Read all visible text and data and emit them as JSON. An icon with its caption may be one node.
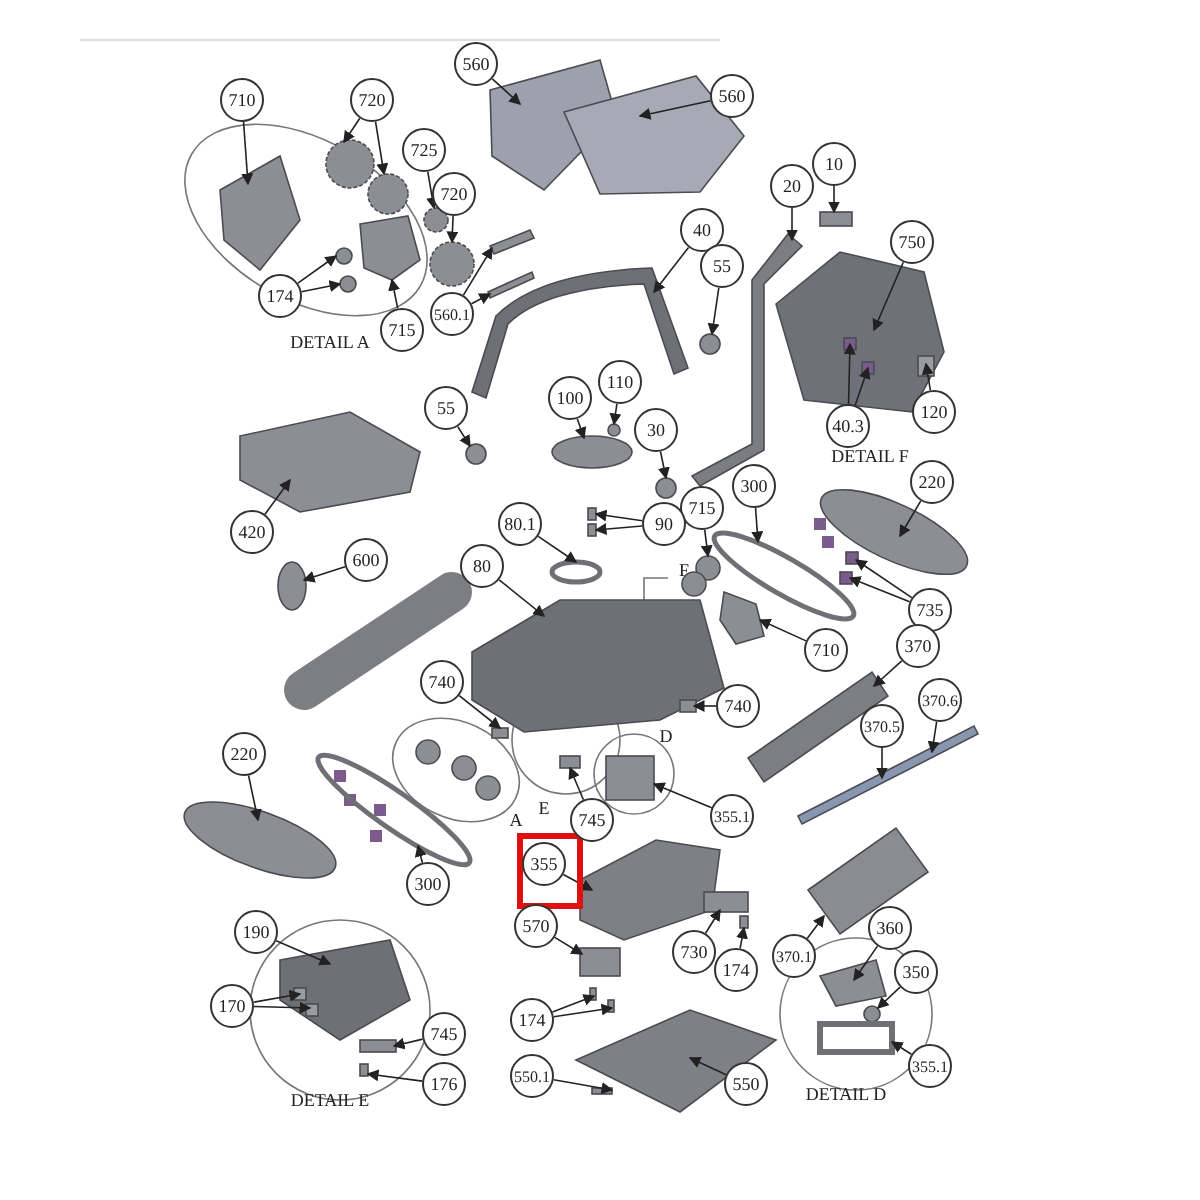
{
  "diagram": {
    "nodes": [
      {
        "text": [
          "560"
        ]
      },
      {
        "text": [
          "560"
        ]
      },
      {
        "text": [
          "710"
        ]
      },
      {
        "text": [
          "720"
        ]
      },
      {
        "text": [
          "725"
        ]
      },
      {
        "text": [
          "10"
        ]
      },
      {
        "text": [
          "20"
        ]
      },
      {
        "text": [
          "720"
        ]
      },
      {
        "text": [
          "40"
        ]
      },
      {
        "text": [
          "750"
        ]
      },
      {
        "text": [
          "55"
        ]
      },
      {
        "text": [
          "174"
        ]
      },
      {
        "text": [
          "560.1"
        ]
      },
      {
        "text": [
          "715"
        ]
      },
      {
        "text": [
          "110"
        ]
      },
      {
        "text": [
          "100"
        ]
      },
      {
        "text": [
          "55"
        ]
      },
      {
        "text": [
          "120"
        ]
      },
      {
        "text": [
          "40.3"
        ]
      },
      {
        "text": [
          "30"
        ]
      },
      {
        "text": [
          "220"
        ]
      },
      {
        "text": [
          "300"
        ]
      },
      {
        "text": [
          "715"
        ]
      },
      {
        "text": [
          "80.1"
        ]
      },
      {
        "text": [
          "90"
        ]
      },
      {
        "text": [
          "420"
        ]
      },
      {
        "text": [
          "600"
        ]
      },
      {
        "text": [
          "80"
        ]
      },
      {
        "text": [
          "735"
        ]
      },
      {
        "text": [
          "370"
        ]
      },
      {
        "text": [
          "710"
        ]
      },
      {
        "text": [
          "740"
        ]
      },
      {
        "text": [
          "370.6"
        ]
      },
      {
        "text": [
          "740"
        ]
      },
      {
        "text": [
          "370.5"
        ]
      },
      {
        "text": [
          "220"
        ]
      },
      {
        "text": [
          "355.1"
        ]
      },
      {
        "text": [
          "745"
        ]
      },
      {
        "text": [
          "355"
        ]
      },
      {
        "text": [
          "300"
        ]
      },
      {
        "text": [
          "570"
        ]
      },
      {
        "text": [
          "360"
        ]
      },
      {
        "text": [
          "190"
        ]
      },
      {
        "text": [
          "730"
        ]
      },
      {
        "text": [
          "370.1"
        ]
      },
      {
        "text": [
          "174"
        ]
      },
      {
        "text": [
          "350"
        ]
      },
      {
        "text": [
          "170"
        ]
      },
      {
        "text": [
          "174"
        ]
      },
      {
        "text": [
          "745"
        ]
      },
      {
        "text": [
          "355.1"
        ]
      },
      {
        "text": [
          "550.1"
        ]
      },
      {
        "text": [
          "176"
        ]
      },
      {
        "text": [
          "550"
        ]
      },
      {
        "text": [],
        "shape": "polygon"
      },
      {
        "text": [],
        "shape": "polygon"
      },
      {
        "text": [],
        "shape": "polygon"
      },
      {
        "text": [],
        "shape": "gear"
      },
      {
        "text": [],
        "shape": "gear"
      },
      {
        "text": [],
        "shape": "gear"
      },
      {
        "text": [],
        "shape": "gear"
      },
      {
        "text": [],
        "shape": "circle"
      },
      {
        "text": [],
        "shape": "circle"
      },
      {
        "text": [],
        "shape": "polygon"
      },
      {
        "text": [],
        "shape": "box"
      },
      {
        "text": [],
        "shape": "tube"
      },
      {
        "text": [],
        "shape": "handle"
      },
      {
        "text": [],
        "shape": "polygon"
      },
      {
        "text": [],
        "shape": "circle"
      },
      {
        "text": [],
        "shape": "polygon"
      },
      {
        "text": [],
        "shape": "polygon"
      },
      {
        "text": [],
        "shape": "circle"
      },
      {
        "text": [],
        "shape": "ellipse"
      },
      {
        "text": [],
        "shape": "circle"
      },
      {
        "text": [],
        "shape": "box",
        "in": 67
      },
      {
        "text": [],
        "shape": "box",
        "in": 67
      },
      {
        "text": [],
        "shape": "box",
        "in": 67
      },
      {
        "text": [],
        "shape": "circle"
      },
      {
        "text": [],
        "shape": "ellipse"
      },
      {
        "text": [],
        "shape": "ring"
      },
      {
        "text": [],
        "shape": "circle"
      },
      {
        "text": [],
        "shape": "ring"
      },
      {
        "text": [],
        "shape": "box"
      },
      {
        "text": [],
        "shape": "box"
      },
      {
        "text": [],
        "shape": "polygon"
      },
      {
        "text": [],
        "shape": "ellipse"
      },
      {
        "text": [],
        "shape": "polygon"
      },
      {
        "text": [],
        "shape": "box"
      },
      {
        "text": [],
        "shape": "box"
      },
      {
        "text": [],
        "shape": "polygon"
      },
      {
        "text": [],
        "shape": "polygon"
      },
      {
        "text": [],
        "shape": "box",
        "in": 86
      },
      {
        "text": [],
        "shape": "polygon"
      },
      {
        "text": [],
        "shape": "box",
        "in": 86
      },
      {
        "text": [],
        "shape": "ellipse"
      },
      {
        "text": [],
        "shape": "box"
      },
      {
        "text": [],
        "shape": "box"
      },
      {
        "text": [],
        "shape": "polygon"
      },
      {
        "text": [],
        "shape": "ring"
      },
      {
        "text": [],
        "shape": "box"
      },
      {
        "text": [],
        "shape": "polygon"
      },
      {
        "text": [],
        "shape": "polygon"
      },
      {
        "text": [],
        "shape": "box"
      },
      {
        "text": [],
        "shape": "polygon"
      },
      {
        "text": [],
        "shape": "box"
      },
      {
        "text": [],
        "shape": "circle"
      },
      {
        "text": [],
        "shape": "box",
        "in": 101
      },
      {
        "text": [],
        "shape": "box",
        "in": 101
      },
      {
        "text": [],
        "shape": "box"
      },
      {
        "text": [],
        "shape": "box"
      },
      {
        "text": [],
        "shape": "box"
      },
      {
        "text": [],
        "shape": "frame"
      },
      {
        "text": [],
        "shape": "box"
      },
      {
        "text": [],
        "shape": "box"
      },
      {
        "text": [],
        "shape": "polygon"
      }
    ],
    "edges": [
      {
        "from": 0,
        "to": 54,
        "arrow": "to"
      },
      {
        "from": 1,
        "to": 55,
        "arrow": "to"
      },
      {
        "from": 2,
        "to": 56,
        "arrow": "to"
      },
      {
        "from": 3,
        "to": 57,
        "arrow": "to"
      },
      {
        "from": 3,
        "to": 58,
        "arrow": "to"
      },
      {
        "from": 4,
        "to": 59,
        "arrow": "to"
      },
      {
        "from": 5,
        "to": 64,
        "arrow": "to"
      },
      {
        "from": 6,
        "to": 65,
        "arrow": "to"
      },
      {
        "from": 7,
        "to": 60,
        "arrow": "to"
      },
      {
        "from": 8,
        "to": 66,
        "arrow": "to"
      },
      {
        "from": 9,
        "to": 67,
        "arrow": "to"
      },
      {
        "from": 10,
        "to": 68,
        "arrow": "to"
      },
      {
        "from": 11,
        "to": 61,
        "arrow": "to"
      },
      {
        "from": 11,
        "to": 62,
        "arrow": "to"
      },
      {
        "from": 12,
        "to": 69,
        "arrow": "to"
      },
      {
        "from": 12,
        "to": 70,
        "arrow": "to"
      },
      {
        "from": 13,
        "to": 63,
        "arrow": "to"
      },
      {
        "from": 14,
        "to": 71,
        "arrow": "to"
      },
      {
        "from": 15,
        "to": 72,
        "arrow": "to"
      },
      {
        "from": 16,
        "to": 73,
        "arrow": "to"
      },
      {
        "from": 17,
        "to": 74,
        "arrow": "to"
      },
      {
        "from": 18,
        "to": 75,
        "arrow": "to"
      },
      {
        "from": 18,
        "to": 76,
        "arrow": "to"
      },
      {
        "from": 19,
        "to": 77,
        "arrow": "to"
      },
      {
        "from": 20,
        "to": 78,
        "arrow": "to"
      },
      {
        "from": 21,
        "to": 79,
        "arrow": "to"
      },
      {
        "from": 22,
        "to": 80,
        "arrow": "to"
      },
      {
        "from": 23,
        "to": 81,
        "arrow": "to"
      },
      {
        "from": 24,
        "to": 82,
        "arrow": "to"
      },
      {
        "from": 24,
        "to": 83,
        "arrow": "to"
      },
      {
        "from": 25,
        "to": 84,
        "arrow": "to"
      },
      {
        "from": 26,
        "to": 85,
        "arrow": "to"
      },
      {
        "from": 27,
        "to": 86,
        "arrow": "to"
      },
      {
        "from": 28,
        "to": 87,
        "arrow": "to"
      },
      {
        "from": 28,
        "to": 88,
        "arrow": "to"
      },
      {
        "from": 29,
        "to": 89,
        "arrow": "to"
      },
      {
        "from": 30,
        "to": 90,
        "arrow": "to"
      },
      {
        "from": 31,
        "to": 91,
        "arrow": "to"
      },
      {
        "from": 32,
        "to": 92,
        "arrow": "to"
      },
      {
        "from": 33,
        "to": 93,
        "arrow": "to"
      },
      {
        "from": 34,
        "to": 92,
        "arrow": "to"
      },
      {
        "from": 35,
        "to": 94,
        "arrow": "to"
      },
      {
        "from": 36,
        "to": 95,
        "arrow": "to"
      },
      {
        "from": 37,
        "to": 96,
        "arrow": "to"
      },
      {
        "from": 38,
        "to": 97,
        "arrow": "to"
      },
      {
        "from": 39,
        "to": 98,
        "arrow": "to"
      },
      {
        "from": 40,
        "to": 99,
        "arrow": "to"
      },
      {
        "from": 41,
        "to": 100,
        "arrow": "to"
      },
      {
        "from": 42,
        "to": 101,
        "arrow": "to"
      },
      {
        "from": 43,
        "to": 102,
        "arrow": "to"
      },
      {
        "from": 44,
        "to": 103,
        "arrow": "to"
      },
      {
        "from": 45,
        "to": 104,
        "arrow": "to"
      },
      {
        "from": 46,
        "to": 105,
        "arrow": "to"
      },
      {
        "from": 47,
        "to": 106,
        "arrow": "to"
      },
      {
        "from": 47,
        "to": 107,
        "arrow": "to"
      },
      {
        "from": 48,
        "to": 108,
        "arrow": "to"
      },
      {
        "from": 48,
        "to": 109,
        "arrow": "to"
      },
      {
        "from": 49,
        "to": 110,
        "arrow": "to"
      },
      {
        "from": 50,
        "to": 111,
        "arrow": "to"
      },
      {
        "from": 51,
        "to": 112,
        "arrow": "to"
      },
      {
        "from": 52,
        "to": 113,
        "arrow": "to"
      },
      {
        "from": 53,
        "to": 114,
        "arrow": "to"
      }
    ],
    "labels": [
      "DETAIL A",
      "DETAIL F",
      "F",
      "D",
      "E",
      "A",
      "DETAIL D",
      "DETAIL E"
    ]
  }
}
